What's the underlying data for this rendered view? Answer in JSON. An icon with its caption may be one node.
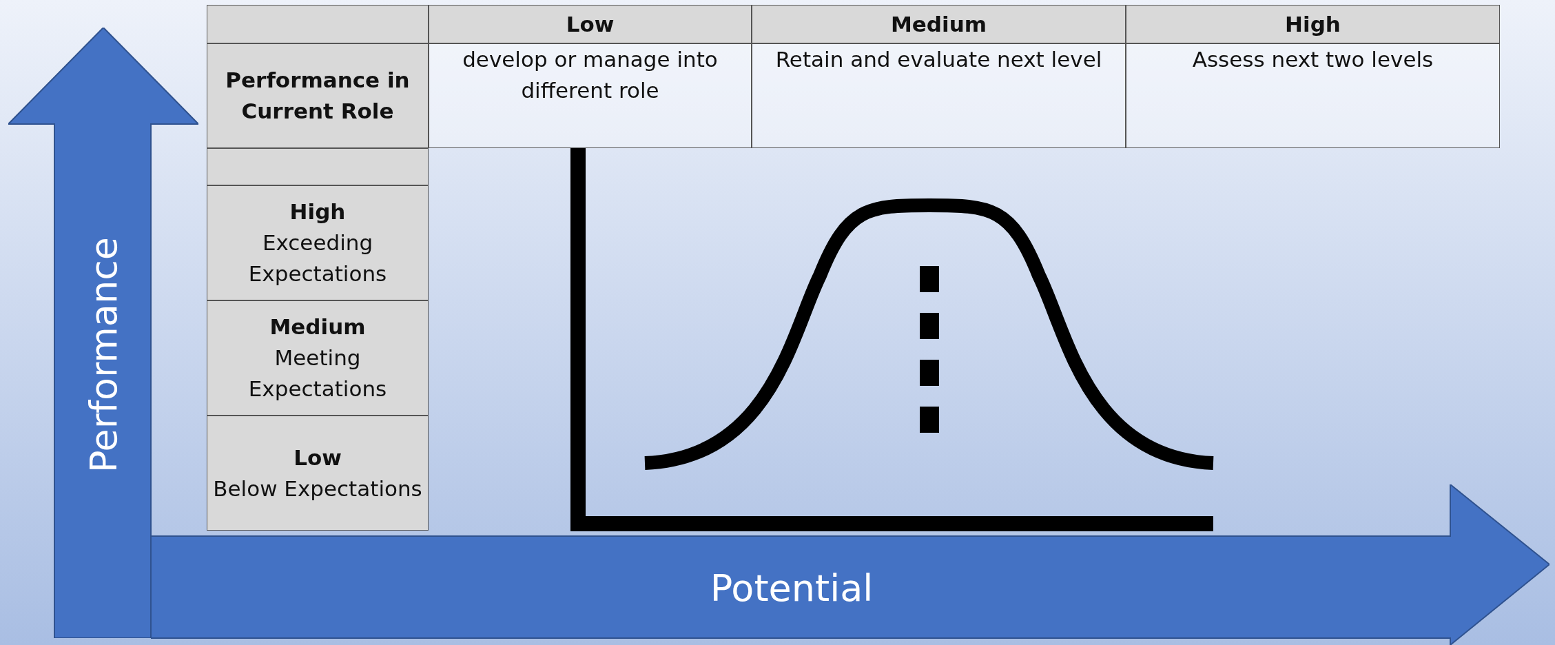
{
  "diagram": {
    "nodes": [
      {
        "text": [
          "Performance"
        ]
      },
      {
        "text": [
          "Potential"
        ]
      }
    ],
    "labels": [
      "Low",
      "Medium",
      "High",
      "Performance in Current Role",
      "develop or manage into different role",
      "Retain and evaluate next level",
      "Assess next two levels",
      "High",
      "Exceeding Expectations",
      "Medium",
      "Meeting Expectations",
      "Low",
      "Below Expectations"
    ]
  }
}
